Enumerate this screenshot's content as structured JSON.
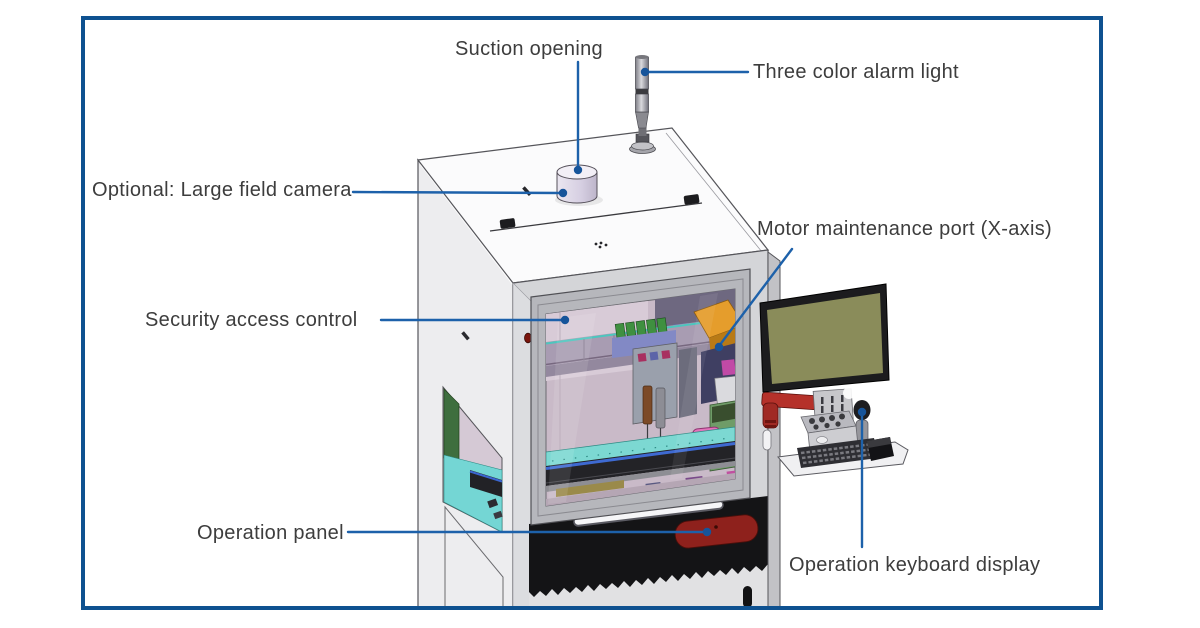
{
  "figure": {
    "type": "annotated-equipment-diagram",
    "description": "Isometric CAD rendering of an automated dispensing / inspection machine cabinet with blue callout leader lines"
  },
  "labels": [
    {
      "id": "suction_opening",
      "text": "Suction opening"
    },
    {
      "id": "three_color_alarm_light",
      "text": "Three color alarm light"
    },
    {
      "id": "optional_large_field_camera",
      "text": "Optional: Large field camera"
    },
    {
      "id": "motor_maintenance_port",
      "text": "Motor maintenance port (X-axis)"
    },
    {
      "id": "security_access_control",
      "text": "Security access control"
    },
    {
      "id": "operation_panel",
      "text": "Operation panel"
    },
    {
      "id": "operation_keyboard_display",
      "text": "Operation keyboard display"
    }
  ],
  "colors": {
    "border_blue": "#0e5190",
    "leader_blue": "#1d61aa",
    "leader_dot": "#16549a",
    "label_text": "#3d3d3d",
    "operation_panel_red": "#8e211c",
    "monitor_screen_olive": "#8a8c5a",
    "motor_port_orange": "#e59d2c",
    "work_table_teal": "#7cd8d2",
    "interior_mauve": "#c9bac8",
    "cabinet_gray": "#d4d5d8"
  }
}
